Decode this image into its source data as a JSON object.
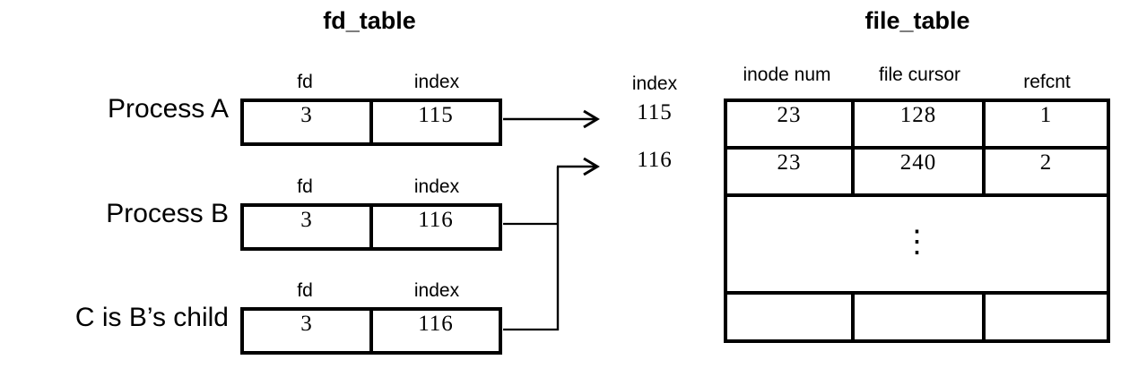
{
  "diagram": {
    "fd_table": {
      "title": "fd_table",
      "column_headers": [
        "fd",
        "index"
      ],
      "rows": [
        {
          "process_label": "Process A",
          "fd": "3",
          "index": "115"
        },
        {
          "process_label": "Process B",
          "fd": "3",
          "index": "116"
        },
        {
          "process_label": "C is B’s child",
          "fd": "3",
          "index": "116"
        }
      ]
    },
    "index_pointers": {
      "header": "index",
      "values": [
        "115",
        "116"
      ]
    },
    "file_table": {
      "title": "file_table",
      "column_headers": [
        "inode num",
        "file cursor",
        "refcnt"
      ],
      "rows": [
        {
          "inode_num": "23",
          "file_cursor": "128",
          "refcnt": "1"
        },
        {
          "inode_num": "23",
          "file_cursor": "240",
          "refcnt": "2"
        }
      ],
      "ellipsis": "⋮",
      "empty_row": {
        "inode_num": "",
        "file_cursor": "",
        "refcnt": ""
      }
    },
    "colors": {
      "stroke": "#000000",
      "background": "#ffffff"
    }
  }
}
